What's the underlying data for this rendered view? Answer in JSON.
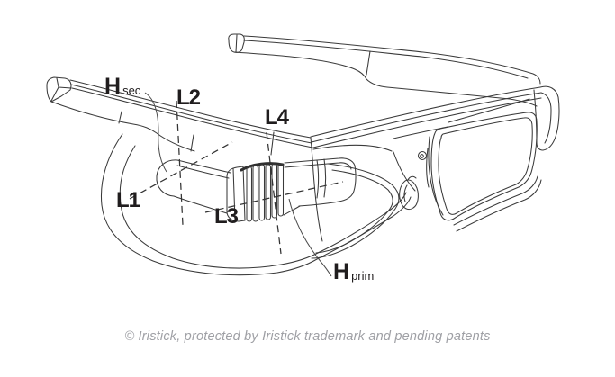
{
  "figure": {
    "type": "technical-line-drawing",
    "subject": "smart glasses with clip-on camera module, annotated with reference axes",
    "labels": {
      "h_sec": {
        "main": "H",
        "sub": "sec"
      },
      "h_prim": {
        "main": "H",
        "sub": "prim"
      },
      "l1": "L1",
      "l2": "L2",
      "l3": "L3",
      "l4": "L4"
    },
    "caption": "© Iristick, protected by Iristick trademark and pending patents",
    "colors": {
      "line": "#3a3a3a",
      "label_text": "#201d1e",
      "caption_text": "#9fa0a5",
      "background": "#ffffff"
    }
  }
}
